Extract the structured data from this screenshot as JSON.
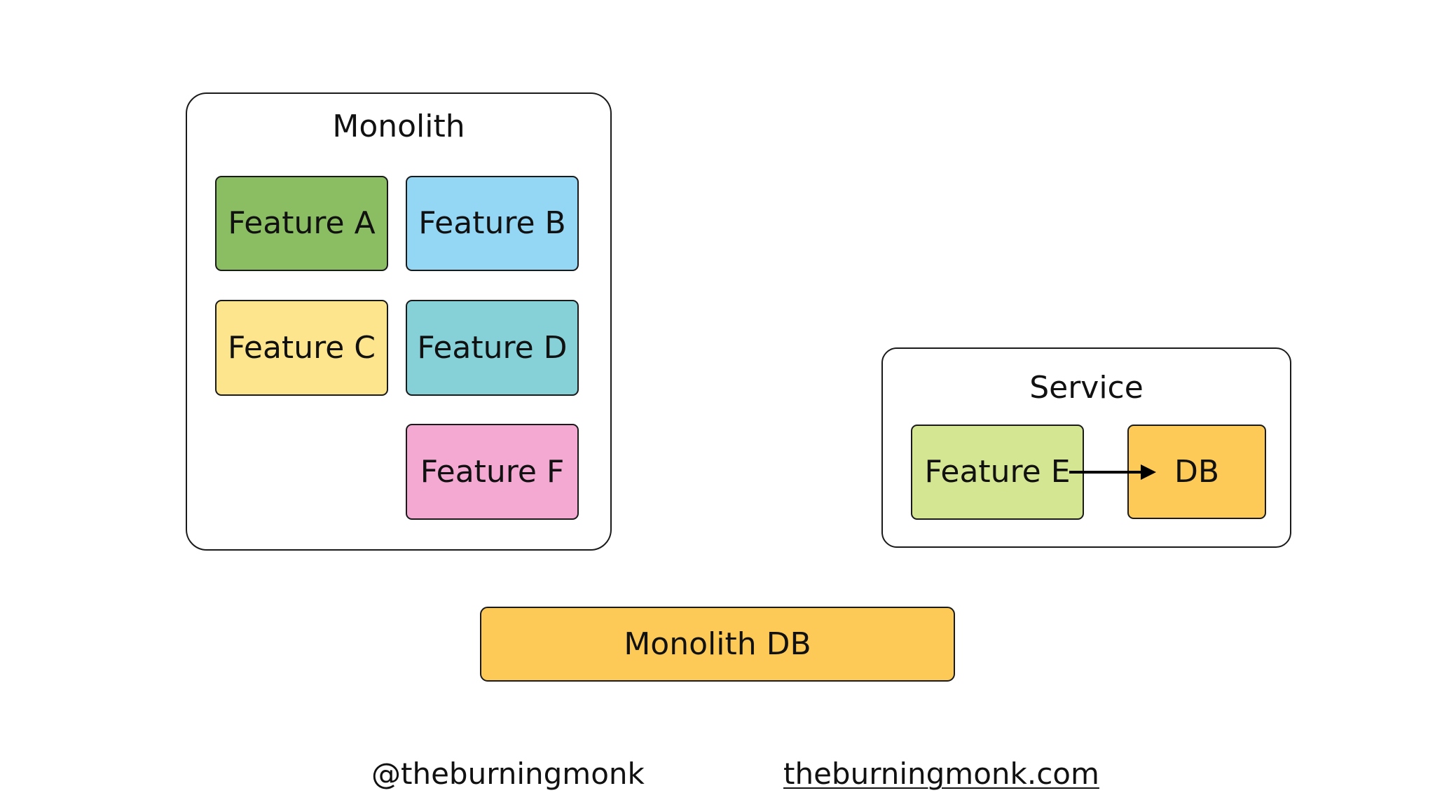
{
  "monolith": {
    "title": "Monolith",
    "features": [
      {
        "label": "Feature A",
        "color": "#8bbd63"
      },
      {
        "label": "Feature B",
        "color": "#94d7f5"
      },
      {
        "label": "Feature C",
        "color": "#fce58c"
      },
      {
        "label": "Feature D",
        "color": "#86d1d8"
      },
      {
        "label": "Feature F",
        "color": "#f4a9d3"
      }
    ]
  },
  "service": {
    "title": "Service",
    "feature": {
      "label": "Feature E",
      "color": "#d5e693"
    },
    "db": {
      "label": "DB",
      "color": "#fdca58"
    }
  },
  "monolith_db": {
    "label": "Monolith DB",
    "color": "#fdca58"
  },
  "footer": {
    "handle": "@theburningmonk",
    "website": "theburningmonk.com"
  }
}
